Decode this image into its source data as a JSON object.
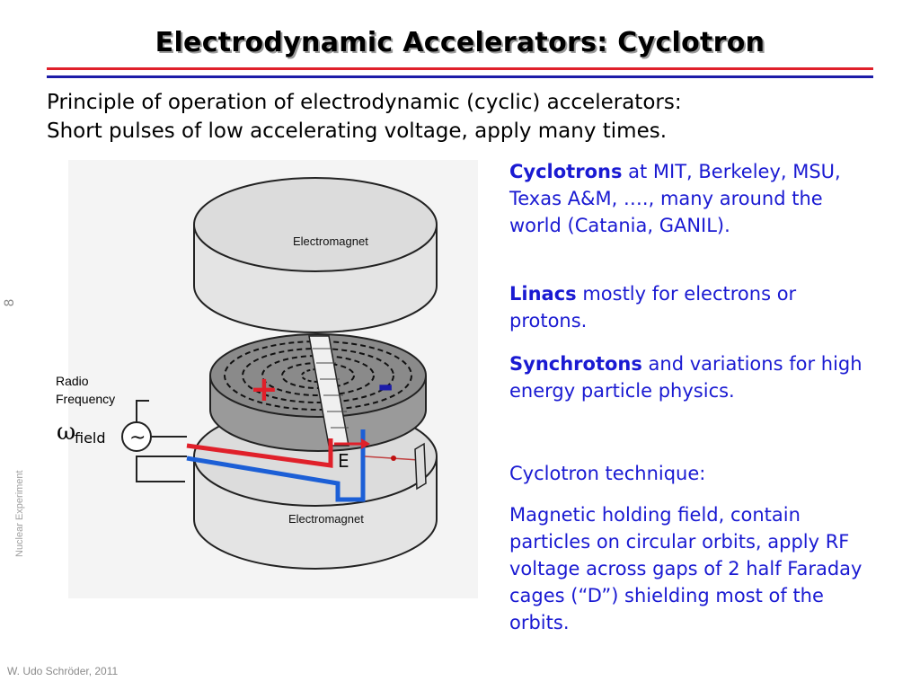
{
  "header": {
    "title": "Electrodynamic Accelerators: Cyclotron"
  },
  "intro": {
    "line1": "Principle of operation of electrodynamic (cyclic) accelerators:",
    "line2": "Short pulses of low accelerating voltage, apply many times."
  },
  "figure": {
    "top_magnet_label": "Electromagnet",
    "bottom_magnet_label": "Electromagnet",
    "radio_label_line1": "Radio",
    "radio_label_line2": "Frequency",
    "omega_symbol": "ω",
    "omega_subscript": "field",
    "ac_symbol": "~",
    "plus_sign": "+",
    "minus_sign": "-",
    "e_label": "E"
  },
  "side": {
    "p1_bold": "Cyclotrons",
    "p1_rest": " at MIT, Berkeley, MSU, Texas A&M, …., many around the world (Catania, GANIL).",
    "p2_bold": "Linacs",
    "p2_rest": " mostly for electrons or protons.",
    "p3_bold": "Synchrotons",
    "p3_rest": " and variations for high energy particle physics.",
    "p4": "Cyclotron technique:",
    "p5": "Magnetic holding field, contain particles on circular orbits, apply RF voltage across gaps of 2 half Faraday cages (“D”) shielding most of the orbits."
  },
  "footer": {
    "slide_number": "8",
    "course": "Nuclear Experiment",
    "author": "W. Udo Schröder, 2011"
  },
  "colors": {
    "title_rule_red": "#e0202a",
    "title_rule_blue": "#1c1ca8",
    "side_text": "#1a1ad2",
    "wire_red": "#e0202a",
    "wire_blue": "#1c5fd6"
  }
}
